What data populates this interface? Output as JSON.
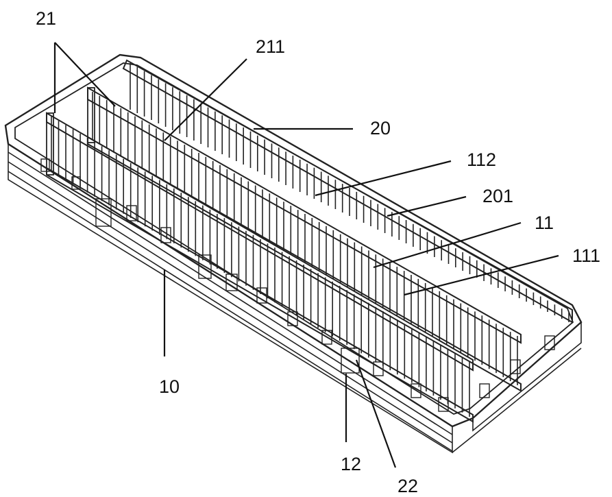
{
  "figure": {
    "labels": {
      "l21": "21",
      "l211": "211",
      "l20": "20",
      "l112": "112",
      "l201": "201",
      "l11": "11",
      "l111": "111",
      "l10": "10",
      "l12": "12",
      "l22": "22"
    },
    "colors": {
      "ink": "#111111",
      "paper": "#ffffff"
    }
  }
}
